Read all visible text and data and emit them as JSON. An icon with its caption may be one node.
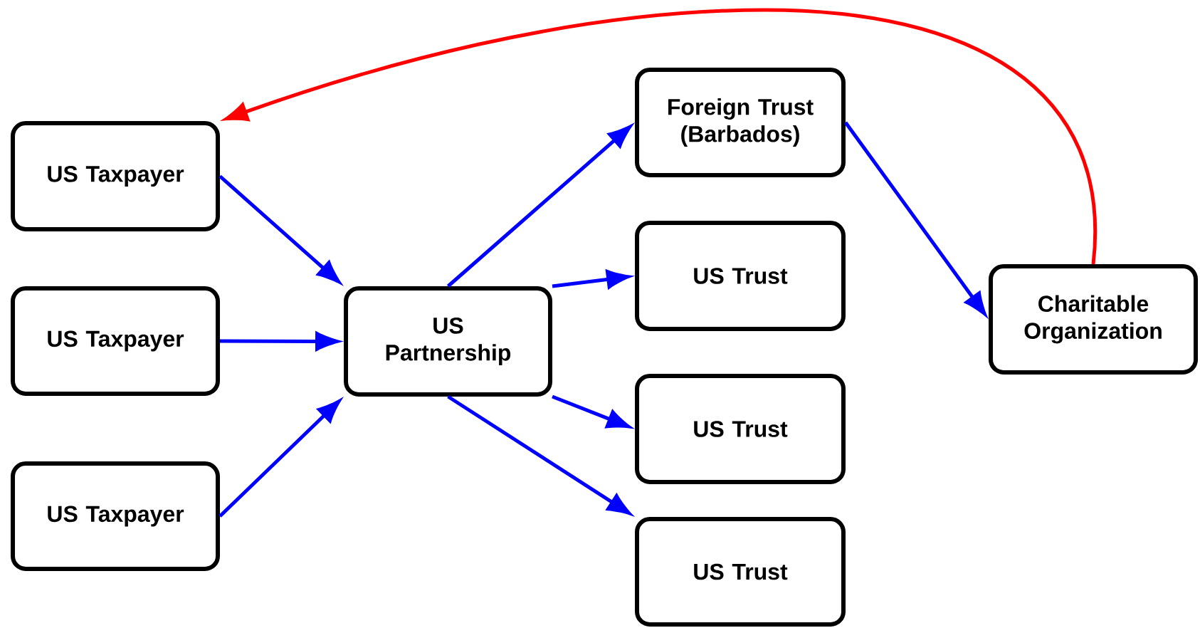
{
  "diagram": {
    "nodes": [
      {
        "text": [
          "US Taxpayer"
        ]
      },
      {
        "text": [
          "US Taxpayer"
        ]
      },
      {
        "text": [
          "US Taxpayer"
        ]
      },
      {
        "text": [
          "US Partnership"
        ]
      },
      {
        "text": [
          "Foreign Trust (Barbados)"
        ]
      },
      {
        "text": [
          "US Trust"
        ]
      },
      {
        "text": [
          "US Trust"
        ]
      },
      {
        "text": [
          "US Trust"
        ]
      },
      {
        "text": [
          "Charitable Organization"
        ]
      }
    ],
    "edges": [
      {
        "from": 0,
        "to": 3,
        "arrow": "to"
      },
      {
        "from": 1,
        "to": 3,
        "arrow": "to"
      },
      {
        "from": 2,
        "to": 3,
        "arrow": "to"
      },
      {
        "from": 3,
        "to": 4,
        "arrow": "to"
      },
      {
        "from": 3,
        "to": 5,
        "arrow": "to"
      },
      {
        "from": 3,
        "to": 6,
        "arrow": "to"
      },
      {
        "from": 3,
        "to": 7,
        "arrow": "to"
      },
      {
        "from": 4,
        "to": 8,
        "arrow": "to"
      },
      {
        "from": 8,
        "to": 0,
        "arrow": "to",
        "color": "#ff0000"
      }
    ]
  }
}
